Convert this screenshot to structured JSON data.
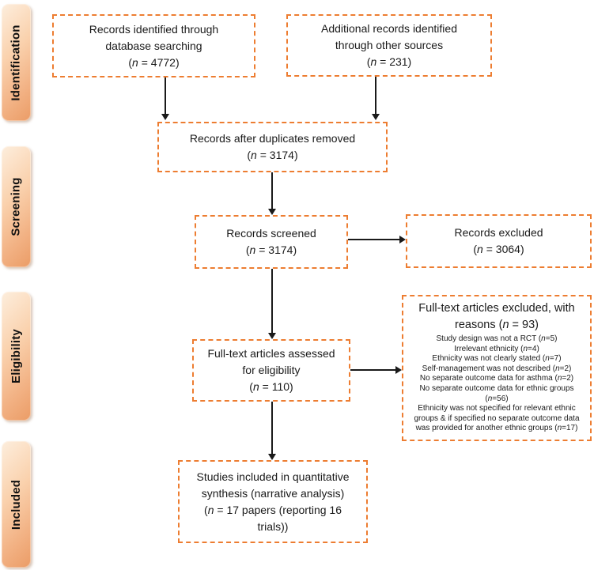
{
  "colors": {
    "dashed_border": "#ED7D31",
    "arrow": "#1A1A1A",
    "stage_gradient_light": "#FDEEDD",
    "stage_gradient_dark": "#EB9C66",
    "text": "#1A1A1A"
  },
  "stages": [
    {
      "label": "Identification"
    },
    {
      "label": "Screening"
    },
    {
      "label": "Eligibility"
    },
    {
      "label": "Included"
    }
  ],
  "flow": {
    "identified_db": {
      "lines": [
        [
          {
            "t": "Records identified through"
          }
        ],
        [
          {
            "t": "database searching"
          }
        ],
        [
          {
            "t": "("
          },
          {
            "t": "n",
            "i": true
          },
          {
            "t": " = 4772)"
          }
        ]
      ]
    },
    "identified_other": {
      "lines": [
        [
          {
            "t": "Additional records identified"
          }
        ],
        [
          {
            "t": "through other sources"
          }
        ],
        [
          {
            "t": "("
          },
          {
            "t": "n",
            "i": true
          },
          {
            "t": " = 231)"
          }
        ]
      ]
    },
    "duplicates_removed": {
      "lines": [
        [
          {
            "t": "Records after duplicates removed"
          }
        ],
        [
          {
            "t": "("
          },
          {
            "t": "n",
            "i": true
          },
          {
            "t": " = 3174)"
          }
        ]
      ]
    },
    "screened": {
      "lines": [
        [
          {
            "t": "Records screened"
          }
        ],
        [
          {
            "t": "("
          },
          {
            "t": "n",
            "i": true
          },
          {
            "t": " = 3174)"
          }
        ]
      ]
    },
    "records_excluded": {
      "lines": [
        [
          {
            "t": "Records excluded"
          }
        ],
        [
          {
            "t": "("
          },
          {
            "t": "n",
            "i": true
          },
          {
            "t": " = 3064)"
          }
        ]
      ]
    },
    "fulltext_assessed": {
      "lines": [
        [
          {
            "t": "Full-text articles assessed"
          }
        ],
        [
          {
            "t": "for eligibility"
          }
        ],
        [
          {
            "t": "("
          },
          {
            "t": "n",
            "i": true
          },
          {
            "t": " = 110)"
          }
        ]
      ]
    },
    "fulltext_excluded": {
      "title_lines": [
        [
          {
            "t": "Full-text articles excluded, with"
          }
        ],
        [
          {
            "t": "reasons ("
          },
          {
            "t": "n",
            "i": true
          },
          {
            "t": " = 93)"
          }
        ]
      ],
      "reason_lines": [
        [
          {
            "t": "Study design was not a RCT ("
          },
          {
            "t": "n",
            "i": true
          },
          {
            "t": "=5)"
          }
        ],
        [
          {
            "t": "Irrelevant ethnicity ("
          },
          {
            "t": "n",
            "i": true
          },
          {
            "t": "=4)"
          }
        ],
        [
          {
            "t": "Ethnicity was not clearly stated ("
          },
          {
            "t": "n",
            "i": true
          },
          {
            "t": "=7)"
          }
        ],
        [
          {
            "t": "Self-management was not described ("
          },
          {
            "t": "n",
            "i": true
          },
          {
            "t": "=2)"
          }
        ],
        [
          {
            "t": "No separate outcome data for asthma ("
          },
          {
            "t": "n",
            "i": true
          },
          {
            "t": "=2)"
          }
        ],
        [
          {
            "t": "No separate outcome data for ethnic groups"
          }
        ],
        [
          {
            "t": "("
          },
          {
            "t": "n",
            "i": true
          },
          {
            "t": "=56)"
          }
        ],
        [
          {
            "t": "Ethnicity was not specified for relevant ethnic"
          }
        ],
        [
          {
            "t": "groups & if specified no separate outcome data"
          }
        ],
        [
          {
            "t": "was provided for another ethnic groups ("
          },
          {
            "t": "n",
            "i": true
          },
          {
            "t": "=17)"
          }
        ]
      ]
    },
    "included_synthesis": {
      "lines": [
        [
          {
            "t": "Studies included in quantitative"
          }
        ],
        [
          {
            "t": "synthesis (narrative analysis)"
          }
        ],
        [
          {
            "t": "("
          },
          {
            "t": "n",
            "i": true
          },
          {
            "t": " = 17 papers (reporting 16"
          }
        ],
        [
          {
            "t": "trials))"
          }
        ]
      ]
    }
  }
}
